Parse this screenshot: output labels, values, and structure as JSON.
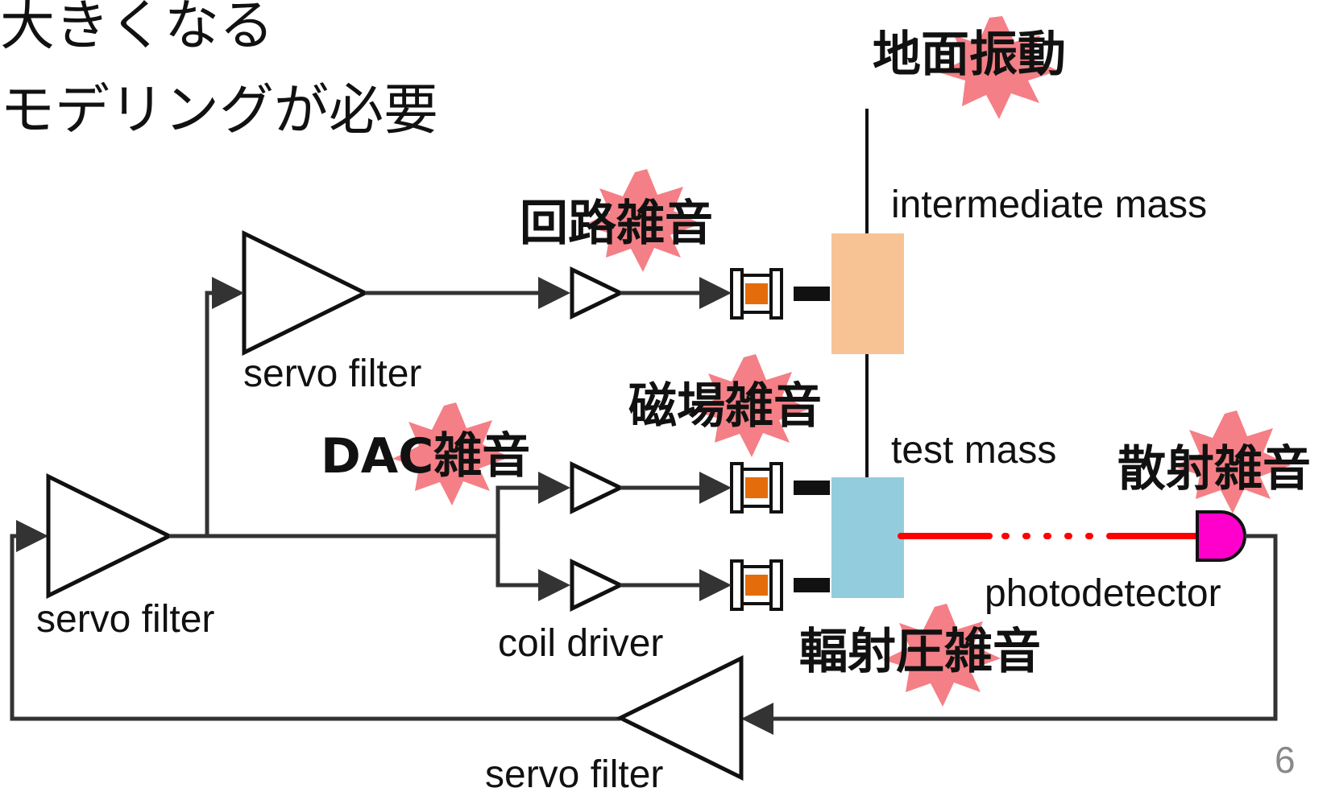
{
  "header": {
    "line1": "大きくなる",
    "line2": "モデリングが必要"
  },
  "labels": {
    "intermediate_mass": "intermediate mass",
    "test_mass": "test mass",
    "servo_filter_top": "servo filter",
    "servo_filter_left": "servo filter",
    "servo_filter_bottom": "servo filter",
    "coil_driver": "coil driver",
    "photodetector": "photodetector"
  },
  "noise_sources": {
    "ground_vibration": "地面振動",
    "circuit_noise": "回路雑音",
    "magnetic_noise": "磁場雑音",
    "dac_noise": "DAC雑音",
    "scattering_noise": "散射雑音",
    "radiation_pressure_noise": "輻射圧雑音"
  },
  "page_number": "6",
  "colors": {
    "intermediate_mass": "#f8c394",
    "test_mass": "#93cddd",
    "magnet": "#e46c0a",
    "laser": "#ff0000",
    "photodetector": "#ff00cc",
    "burst": "#f47f86",
    "wire": "#333333"
  }
}
